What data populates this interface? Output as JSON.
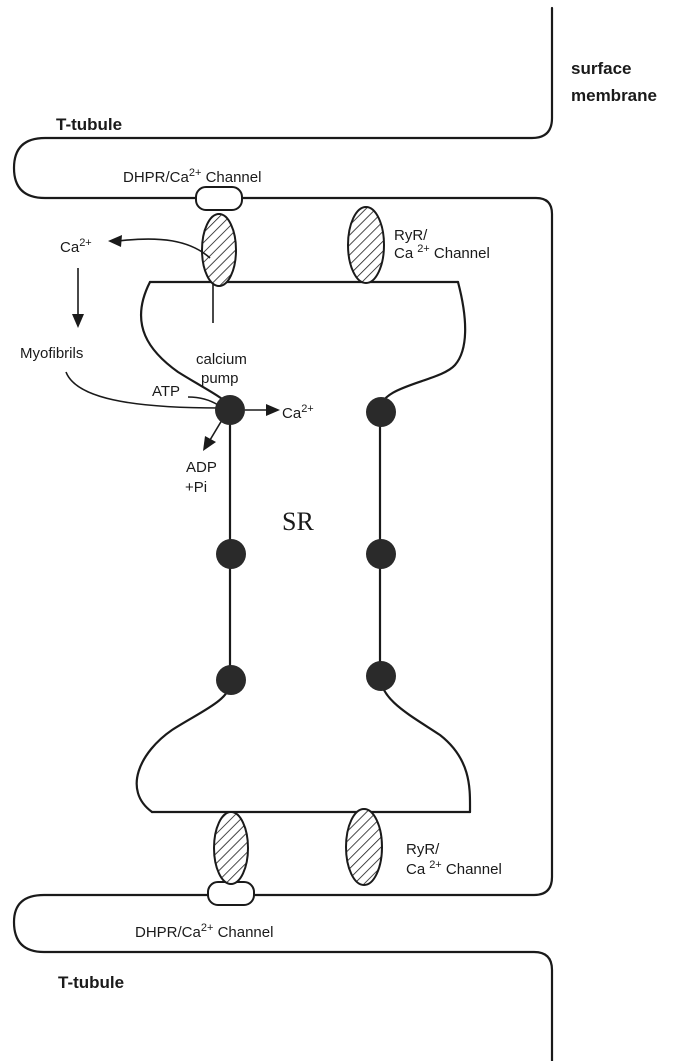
{
  "labels": {
    "surface_membrane_1": "surface",
    "surface_membrane_2": "membrane",
    "t_tubule_top": "T-tubule",
    "t_tubule_bottom": "T-tubule",
    "dhpr_top": "DHPR/Ca",
    "dhpr_top_sup": "2+",
    "dhpr_top_suffix": " Channel",
    "dhpr_bottom": "DHPR/Ca",
    "dhpr_bottom_sup": "2+",
    "dhpr_bottom_suffix": " Channel",
    "ryr_top_1": "RyR/",
    "ryr_top_2": "Ca",
    "ryr_top_sup": "2+",
    "ryr_top_suffix": " Channel",
    "ryr_bottom_1": "RyR/",
    "ryr_bottom_2": "Ca",
    "ryr_bottom_sup": "2+",
    "ryr_bottom_suffix": " Channel",
    "ca_release": "Ca",
    "ca_release_sup": "2+",
    "myofibrils": "Myofibrils",
    "calcium_pump_1": "calcium",
    "calcium_pump_2": "pump",
    "atp": "ATP",
    "ca_uptake": "Ca",
    "ca_uptake_sup": "2+",
    "adp": "ADP",
    "pi": "+Pi",
    "sr": "SR"
  },
  "colors": {
    "ink": "#1a1a1a",
    "pump_fill": "#2a2a2a",
    "background": "#ffffff"
  }
}
